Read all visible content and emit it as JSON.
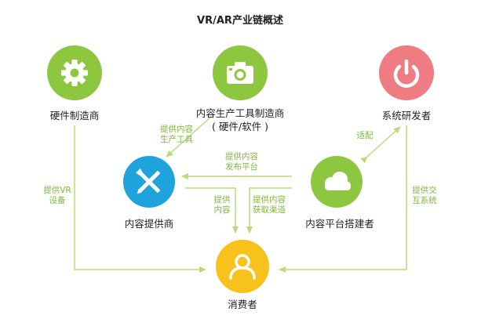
{
  "title": "VR/AR产业链概述",
  "colors": {
    "line": "#b8dc7c",
    "label": "#7fb73e",
    "text": "#222222",
    "green": "#8dc63f",
    "blue": "#1fa3dd",
    "red": "#ef7b83",
    "yellow": "#f7c21c",
    "white": "#ffffff"
  },
  "nodes": {
    "hardware": {
      "label": "硬件制造商",
      "icon": "gear-icon"
    },
    "tools": {
      "label_line1": "内容生产工具制造商",
      "label_line2": "( 硬件/软件 )",
      "icon": "camera-icon"
    },
    "system": {
      "label": "系统研发者",
      "icon": "power-icon"
    },
    "content": {
      "label": "内容提供商",
      "icon": "pencil-brush-icon"
    },
    "platform": {
      "label": "内容平台搭建者",
      "icon": "cloud-icon"
    },
    "consumer": {
      "label": "消费者",
      "icon": "user-icon"
    }
  },
  "edges": {
    "tools_to_content": {
      "line1": "提供内容",
      "line2": "生产工具"
    },
    "platform_to_content": {
      "line1": "提供内容",
      "line2": "发布平台"
    },
    "platform_system": {
      "line1": "适配"
    },
    "content_to_consumer": {
      "line1": "提供",
      "line2": "内容"
    },
    "platform_to_consumer": {
      "line1": "提供内容",
      "line2": "获取渠道"
    },
    "hardware_to_consumer": {
      "line1": "提供VR",
      "line2": "设备"
    },
    "system_to_consumer": {
      "line1": "提供交",
      "line2": "互系统"
    }
  }
}
